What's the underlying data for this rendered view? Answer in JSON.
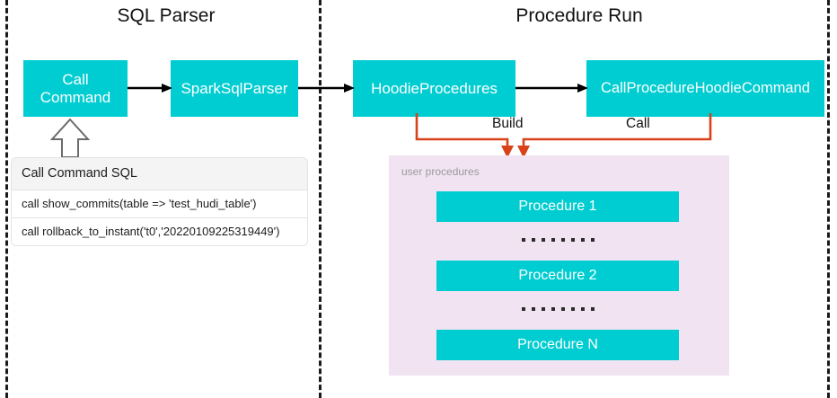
{
  "sections": [
    {
      "id": "sql-parser",
      "title": "SQL Parser"
    },
    {
      "id": "procedure-run",
      "title": "Procedure Run"
    }
  ],
  "nodes": [
    {
      "id": "call-command",
      "label": "Call\nCommand"
    },
    {
      "id": "spark-sql-parser",
      "label": "SparkSqlParser"
    },
    {
      "id": "hoodie-procedures",
      "label": "HoodieProcedures"
    },
    {
      "id": "call-procedure-hoodie-command",
      "label": "CallProcedureHoodieCommand"
    }
  ],
  "sql_table": {
    "header": "Call Command SQL",
    "rows": [
      "call show_commits(table => 'test_hudi_table')",
      "call rollback_to_instant('t0','20220109225319449')"
    ]
  },
  "connectors": {
    "build_label": "Build",
    "call_label": "Call"
  },
  "user_procedures": {
    "caption": "user procedures",
    "items": [
      {
        "label": "Procedure 1"
      },
      {
        "label": "Procedure 2"
      },
      {
        "label": "Procedure N"
      }
    ],
    "ellipsis_dots": 8
  },
  "colors": {
    "node_fill": "#00cdd1",
    "node_text": "#ffffff",
    "panel_fill": "#f2e3f3",
    "connector": "#d8431a",
    "arrow": "#000000",
    "divider": "#1a1a1a",
    "caption_text": "#9a9a9a"
  }
}
